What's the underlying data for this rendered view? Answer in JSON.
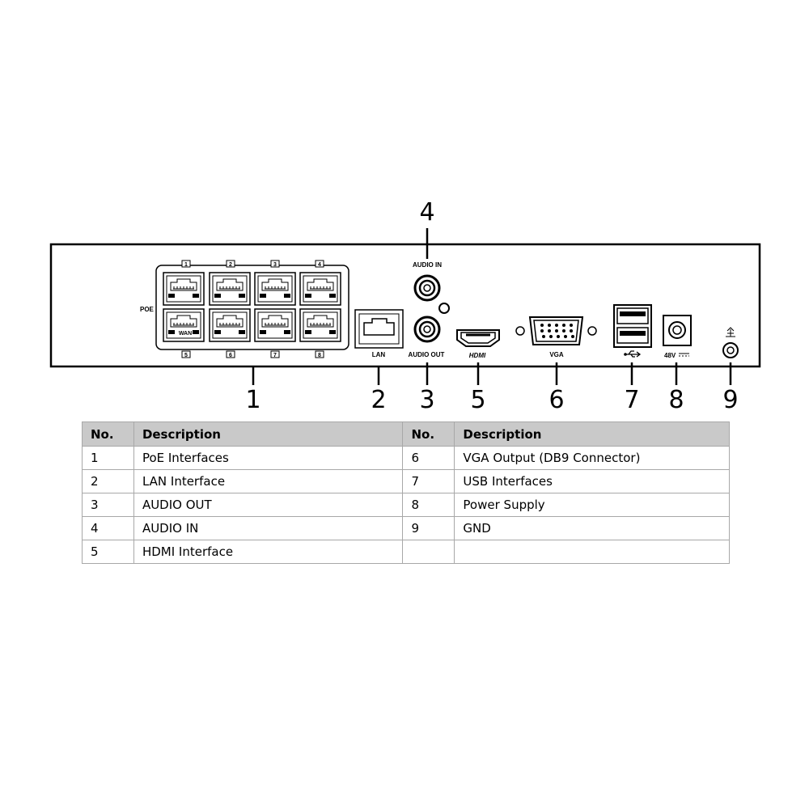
{
  "diagram": {
    "port_labels": {
      "poe": "POE",
      "wan": "WAN",
      "lan": "LAN",
      "audio_in": "AUDIO IN",
      "audio_out": "AUDIO OUT",
      "hdmi": "HDMI",
      "vga": "VGA",
      "usb_icon": "usb-icon",
      "power": "48V",
      "ground_icon": "ground-icon"
    },
    "poe_port_numbers": [
      "1",
      "2",
      "3",
      "4",
      "5",
      "6",
      "7",
      "8"
    ],
    "callouts": [
      "1",
      "2",
      "3",
      "4",
      "5",
      "6",
      "7",
      "8",
      "9"
    ]
  },
  "table": {
    "headers": [
      "No.",
      "Description",
      "No.",
      "Description"
    ],
    "rows": [
      [
        "1",
        "PoE Interfaces",
        "6",
        "VGA Output (DB9 Connector)"
      ],
      [
        "2",
        "LAN Interface",
        "7",
        "USB Interfaces"
      ],
      [
        "3",
        "AUDIO OUT",
        "8",
        "Power Supply"
      ],
      [
        "4",
        "AUDIO IN",
        "9",
        "GND"
      ],
      [
        "5",
        "HDMI Interface",
        "",
        ""
      ]
    ]
  }
}
